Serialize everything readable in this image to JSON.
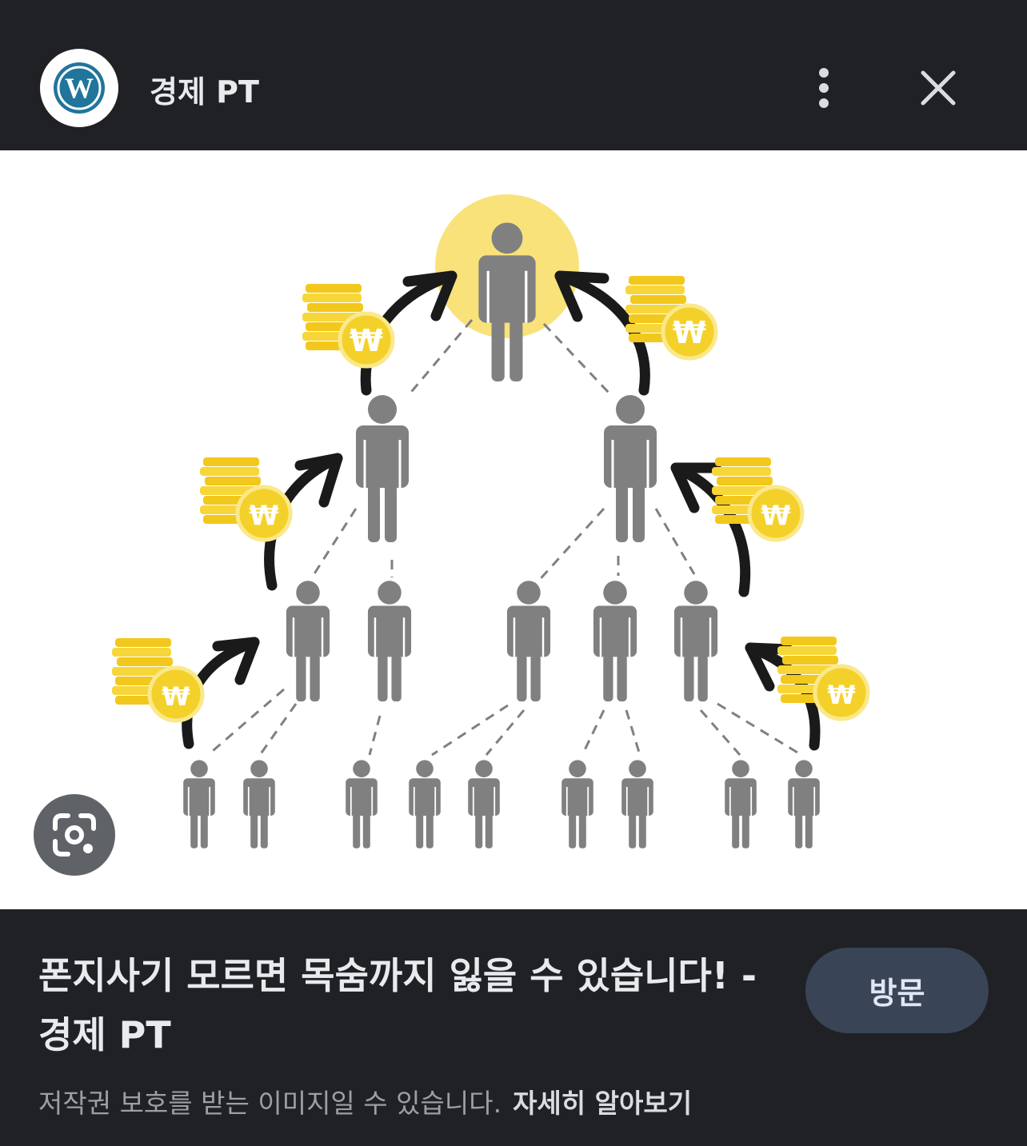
{
  "header": {
    "logo_icon": "wordpress-logo",
    "site_name": "경제 PT",
    "more_icon": "more-vert-icon",
    "close_icon": "close-icon"
  },
  "image": {
    "currency_symbol": "₩",
    "lens_icon": "google-lens-icon"
  },
  "info": {
    "title": "폰지사기 모르면 목숨까지 잃을 수 있습니다! - 경제 PT",
    "visit_label": "방문",
    "notice_text": "저작권 보호를 받는 이미지일 수 있습니다.",
    "learn_more_label": "자세히 알아보기"
  },
  "colors": {
    "background": "#202124",
    "text": "#e8eaed",
    "muted_text": "#9aa0a6",
    "visit_button": "#394457",
    "person": "#808080",
    "coin": "#f4d12a",
    "highlight": "#f9e27a",
    "arrow": "#1a1a1a"
  }
}
